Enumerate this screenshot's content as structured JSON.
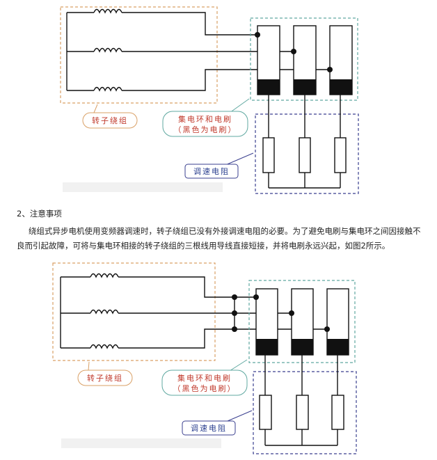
{
  "figure1": {
    "labels": {
      "rotor_winding": "转子绕组",
      "slip_ring_line1": "集电环和电刷",
      "slip_ring_line2": "（黑色为电刷）",
      "resistor": "调速电阻"
    }
  },
  "section": {
    "heading": "2、注意事项",
    "paragraph": "绕组式异步电机使用变频器调速时，转子绕组已没有外接调速电阻的必要。为了避免电刷与集电环之间因接触不良而引起故障，可将与集电环相接的转子绕组的三根线用导线直接短接，并将电刷永远兴起，如图2所示。"
  },
  "figure2": {
    "labels": {
      "rotor_winding": "转子绕组",
      "slip_ring_line1": "集电环和电刷",
      "slip_ring_line2": "（黑色为电刷）",
      "resistor": "调速电阻"
    }
  },
  "colors": {
    "rotor_box": "#d9a066",
    "slip_ring_box": "#5fa8a0",
    "resistor_box": "#3a3f8f",
    "brush": "#111111",
    "callout_red": "#c0392b",
    "callout_blue": "#2a3f8f"
  }
}
